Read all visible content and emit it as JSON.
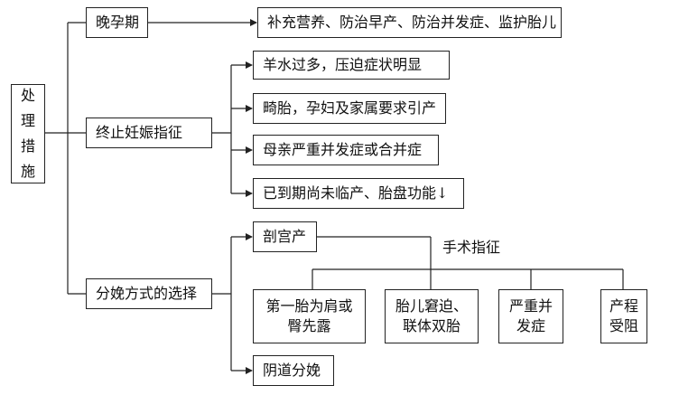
{
  "root": {
    "chars": [
      "处",
      "理",
      "措",
      "施"
    ]
  },
  "branches": {
    "late": {
      "label": "晚孕期",
      "detail": "补充营养、防治早产、防治并发症、监护胎儿"
    },
    "terminate": {
      "label": "终止妊娠指征",
      "items": [
        "羊水过多，压迫症状明显",
        "畸胎，孕妇及家属要求引产",
        "母亲严重并发症或合并症",
        "已到期尚未临产、胎盘功能↓"
      ]
    },
    "delivery": {
      "label": "分娩方式的选择",
      "cesarean": "剖宫产",
      "vaginal": "阴道分娩",
      "indication_title": "手术指征",
      "indications": [
        {
          "line1": "第一胎为肩或",
          "line2": "臀先露"
        },
        {
          "line1": "胎儿窘迫、",
          "line2": "联体双胎"
        },
        {
          "line1": "严重并",
          "line2": "发症"
        },
        {
          "line1": "产程",
          "line2": "受阻"
        }
      ]
    }
  }
}
